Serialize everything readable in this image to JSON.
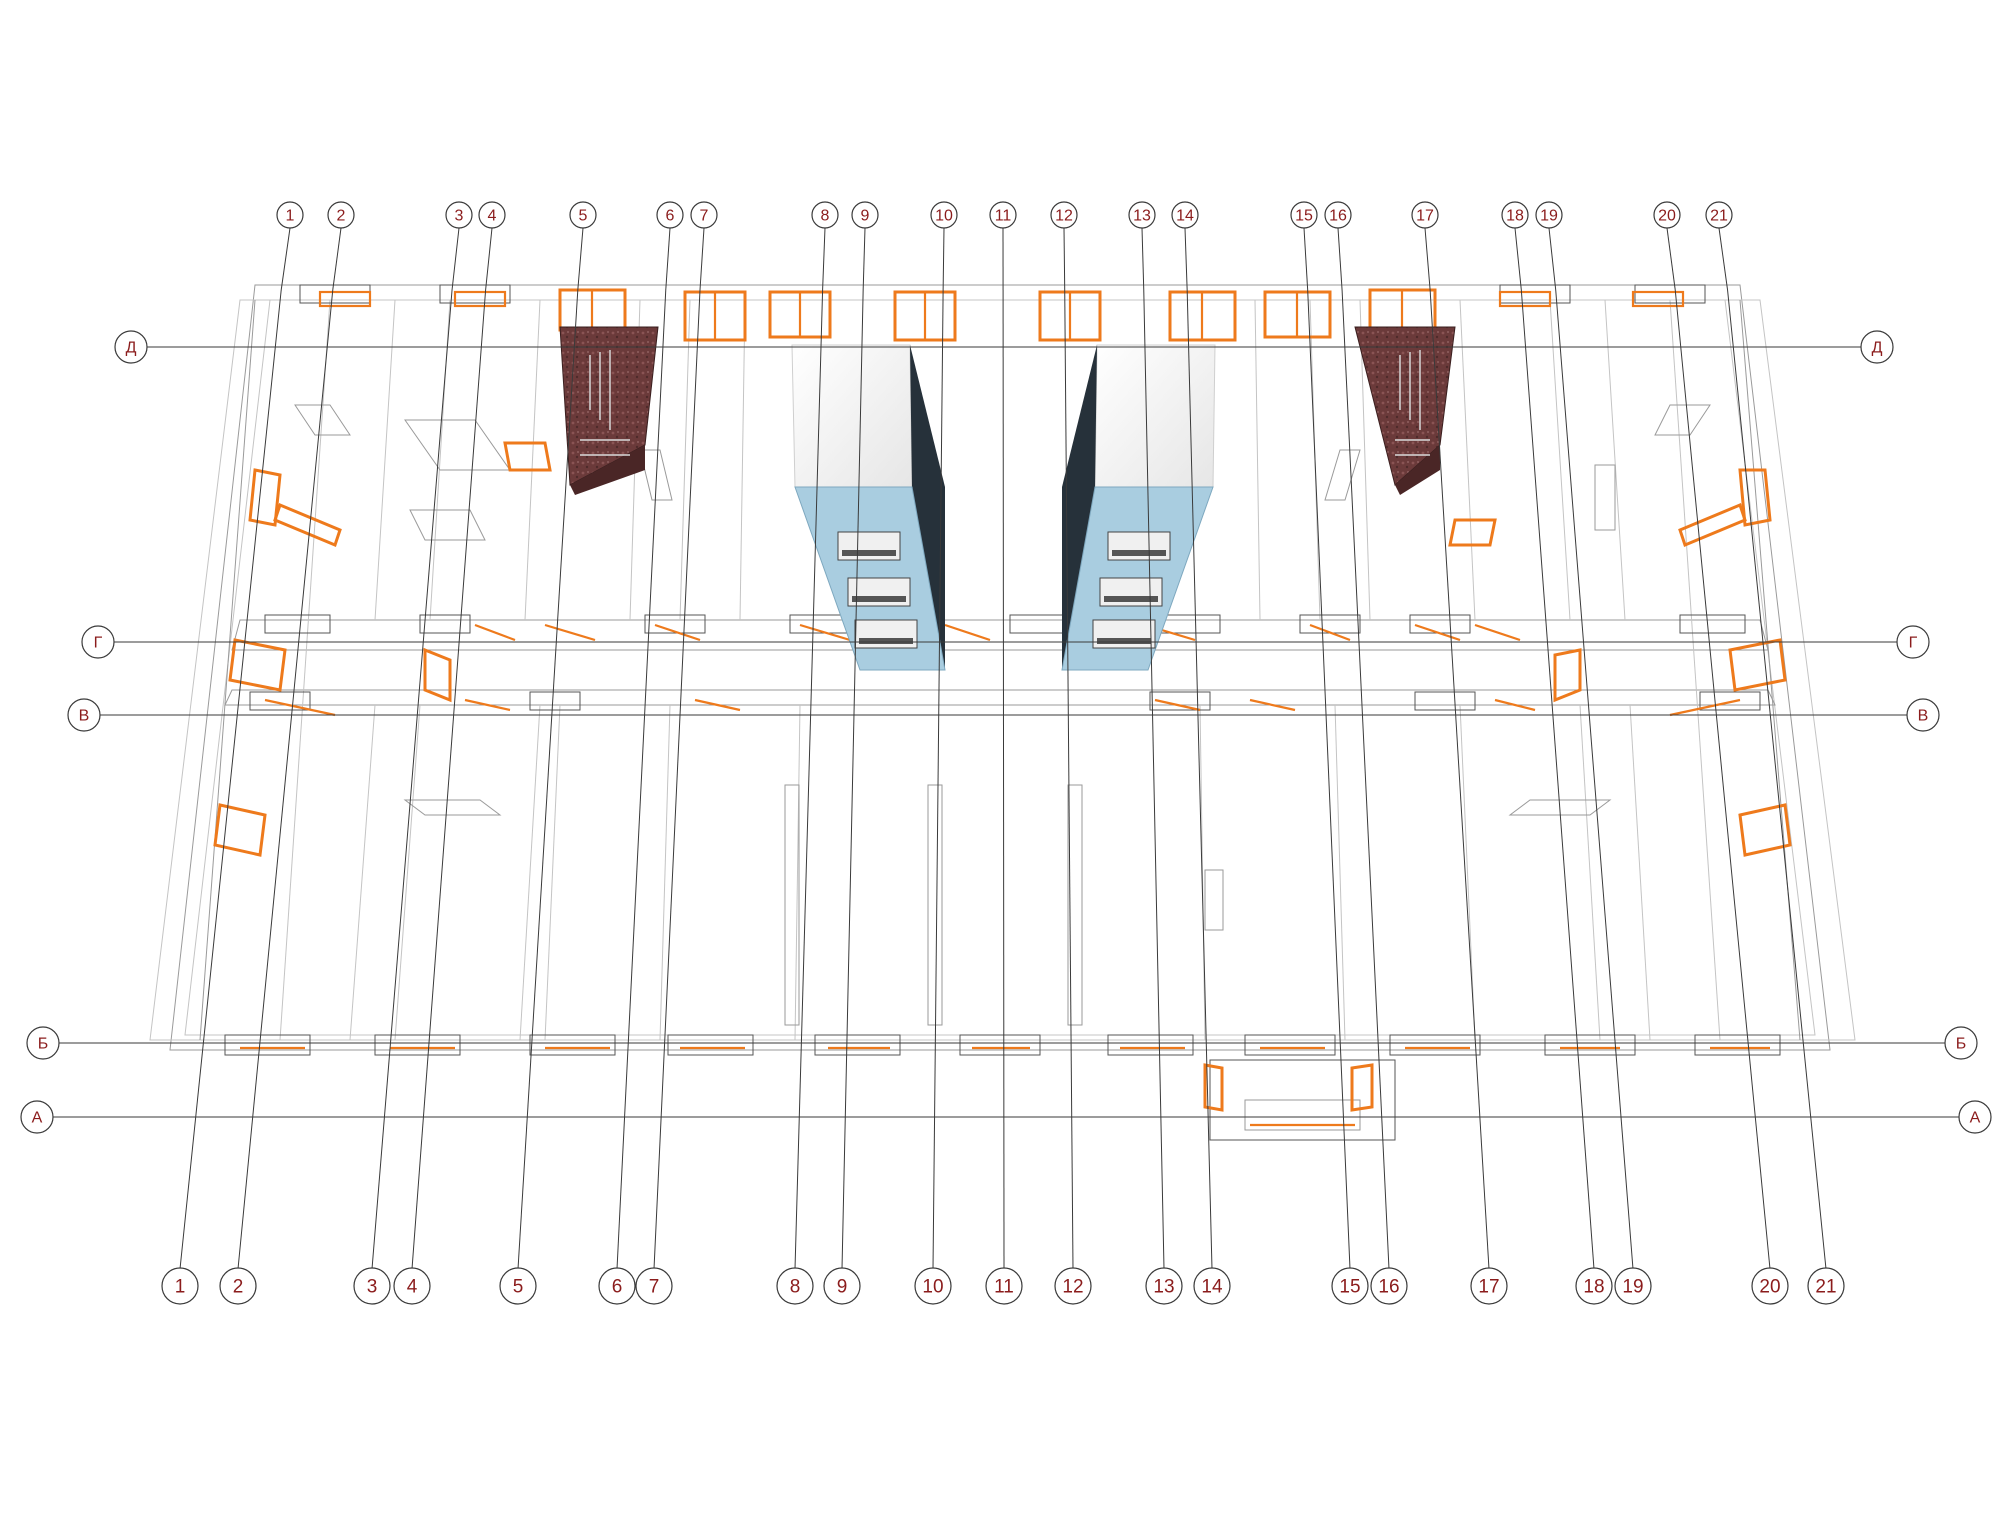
{
  "diagram": {
    "top_axes": [
      "1",
      "2",
      "3",
      "4",
      "5",
      "6",
      "7",
      "8",
      "9",
      "10",
      "11",
      "12",
      "13",
      "14",
      "15",
      "16",
      "17",
      "18",
      "19",
      "20",
      "21"
    ],
    "bottom_axes": [
      "1",
      "2",
      "3",
      "4",
      "5",
      "6",
      "7",
      "8",
      "9",
      "10",
      "11",
      "12",
      "13",
      "14",
      "15",
      "16",
      "17",
      "18",
      "19",
      "20",
      "21"
    ],
    "row_axes": [
      {
        "label": "Д"
      },
      {
        "label": "Г"
      },
      {
        "label": "В"
      },
      {
        "label": "Б"
      },
      {
        "label": "А"
      }
    ],
    "colors": {
      "window_frame": "#ee7a1c",
      "axis_label": "#8b1c1c",
      "stair_brick": "#6b3a3a",
      "shaft_top": "#f3f3f3",
      "shaft_face": "#a9cde0",
      "shaft_side": "#26313a"
    },
    "elements": {
      "stairwells": 2,
      "elevator_shafts": 2
    }
  }
}
